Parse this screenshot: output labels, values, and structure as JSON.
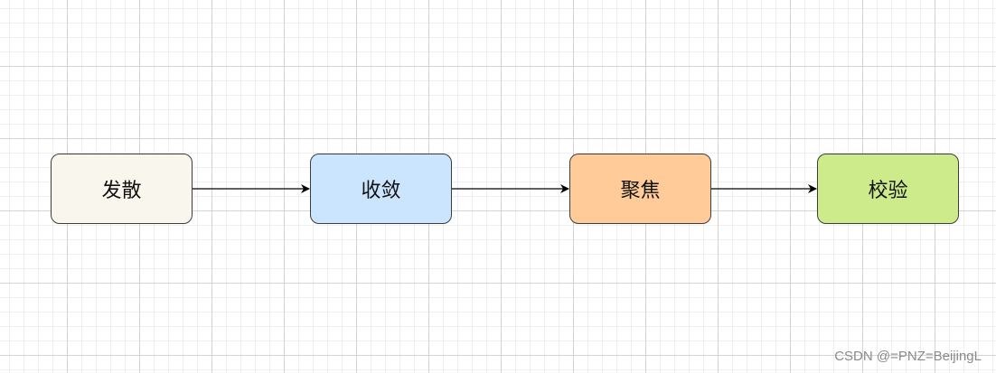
{
  "nodes": [
    {
      "id": "node-1",
      "label": "发散",
      "fill": "#f9f7ed"
    },
    {
      "id": "node-2",
      "label": "收敛",
      "fill": "#cce5ff"
    },
    {
      "id": "node-3",
      "label": "聚焦",
      "fill": "#ffcc99"
    },
    {
      "id": "node-4",
      "label": "校验",
      "fill": "#cdeb8b"
    }
  ],
  "edges": [
    {
      "from": "node-1",
      "to": "node-2"
    },
    {
      "from": "node-2",
      "to": "node-3"
    },
    {
      "from": "node-3",
      "to": "node-4"
    }
  ],
  "colors": {
    "stroke": "#3d3d3d",
    "arrow": "#000000"
  },
  "watermark": "CSDN @=PNZ=BeijingL"
}
